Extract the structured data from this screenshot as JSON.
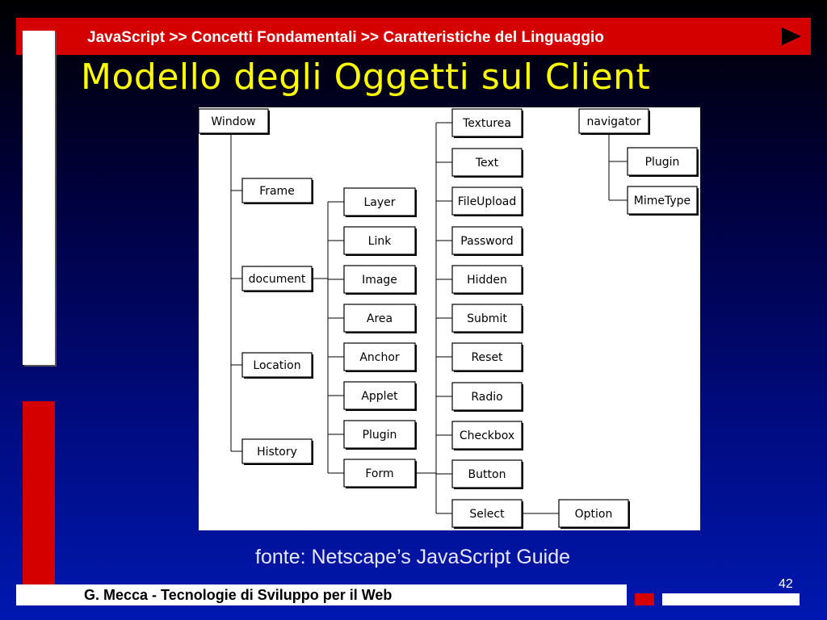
{
  "header": {
    "breadcrumb": "JavaScript >> Concetti Fondamentali >> Caratteristiche del Linguaggio"
  },
  "slide": {
    "title": "Modello degli Oggetti sul Client",
    "caption": "fonte: Netscape’s JavaScript Guide",
    "page_number": "42"
  },
  "footer": {
    "text": "G. Mecca - Tecnologie di Sviluppo per il Web"
  },
  "diagram": {
    "nodes": {
      "window": "Window",
      "frame": "Frame",
      "document": "document",
      "location": "Location",
      "history": "History",
      "layer": "Layer",
      "link": "Link",
      "image": "Image",
      "area": "Area",
      "anchor": "Anchor",
      "applet": "Applet",
      "plugin_doc": "Plugin",
      "form": "Form",
      "texturea": "Texturea",
      "text": "Text",
      "fileupload": "FileUpload",
      "password": "Password",
      "hidden": "Hidden",
      "submit": "Submit",
      "reset": "Reset",
      "radio": "Radio",
      "checkbox": "Checkbox",
      "button": "Button",
      "select": "Select",
      "option": "Option",
      "navigator": "navigator",
      "plugin_nav": "Plugin",
      "mimetype": "MimeType"
    }
  }
}
